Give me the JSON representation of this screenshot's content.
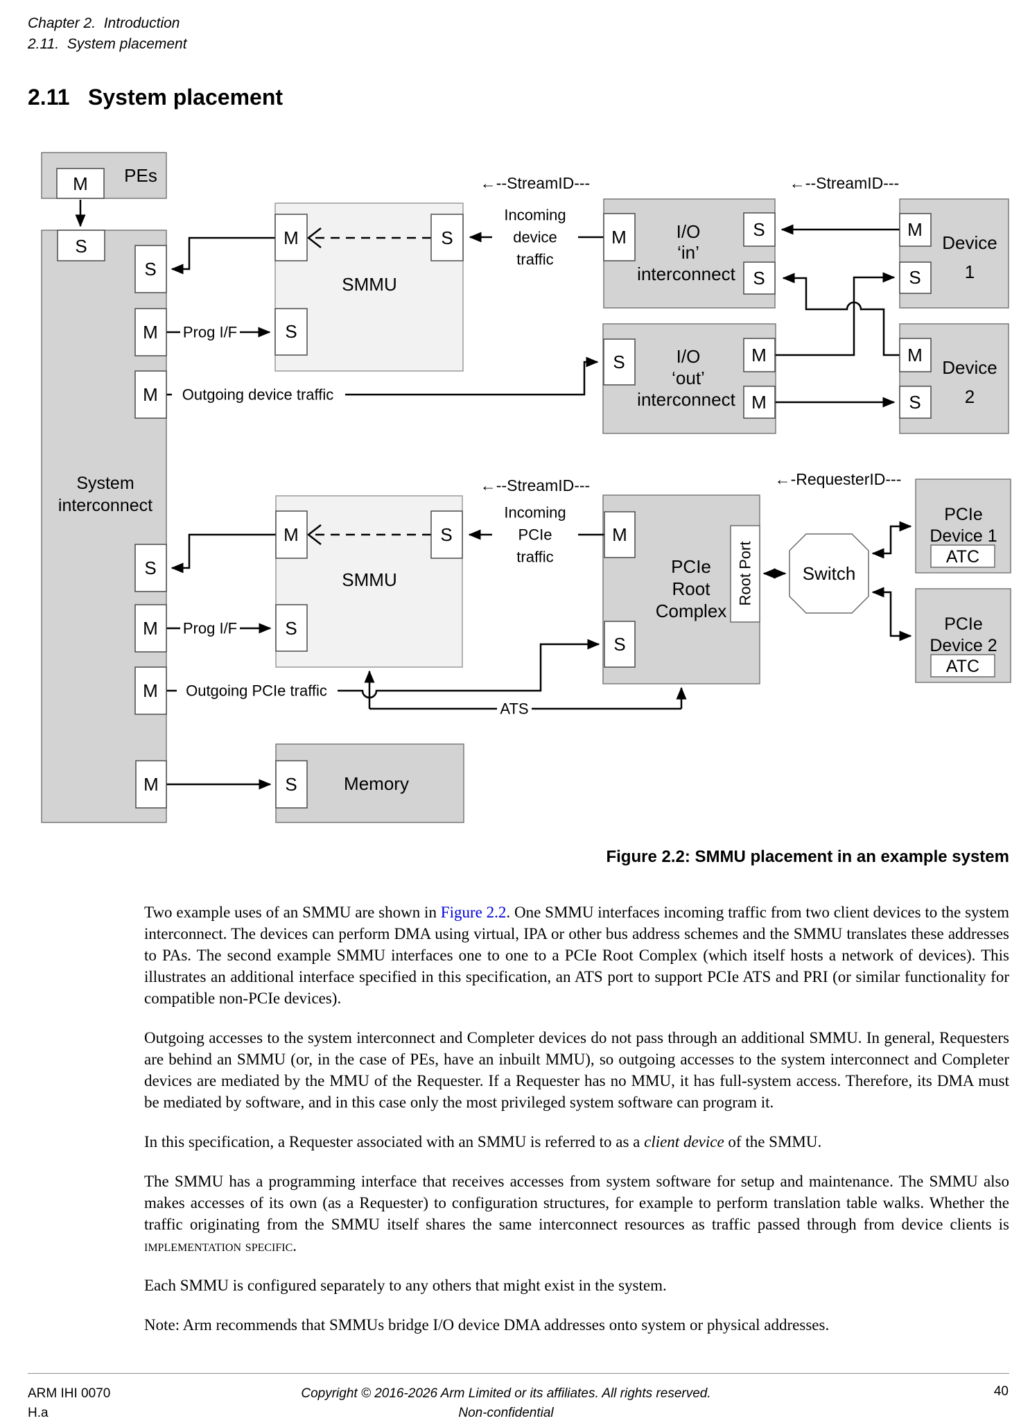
{
  "header": {
    "line1": "Chapter 2.  Introduction",
    "line2": "2.11.  System placement"
  },
  "title": {
    "number": "2.11",
    "text": "System placement"
  },
  "figure": {
    "caption": "Figure 2.2: SMMU placement in an example system",
    "colors": {
      "box_fill": "#d3d3d3",
      "smmu_fill": "#f2f2f2",
      "port_fill": "#ffffff",
      "line": "#000000",
      "link_blue": "#0000e0"
    },
    "boxes": {
      "pes": {
        "label": "PEs"
      },
      "system_interconnect": {
        "lines": [
          "System",
          "interconnect"
        ]
      },
      "smmu1": {
        "label": "SMMU"
      },
      "smmu2": {
        "label": "SMMU"
      },
      "io_in": {
        "lines": [
          "I/O",
          "‘in’",
          "interconnect"
        ]
      },
      "io_out": {
        "lines": [
          "I/O",
          "‘out’",
          "interconnect"
        ]
      },
      "device1": {
        "lines": [
          "Device",
          "1"
        ]
      },
      "device2": {
        "lines": [
          "Device",
          "2"
        ]
      },
      "pcie_rc": {
        "lines": [
          "PCIe",
          "Root",
          "Complex"
        ]
      },
      "root_port": {
        "label": "Root Port"
      },
      "switch": {
        "label": "Switch"
      },
      "pcie_dev1": {
        "lines": [
          "PCIe",
          "Device 1"
        ],
        "atc": "ATC"
      },
      "pcie_dev2": {
        "lines": [
          "PCIe",
          "Device 2"
        ],
        "atc": "ATC"
      },
      "memory": {
        "label": "Memory"
      }
    },
    "ports": {
      "pes_m": "M",
      "si_s_top": "S",
      "si_s1": "S",
      "si_m1": "M",
      "si_m2": "M",
      "si_s2": "S",
      "si_m3": "M",
      "si_m4": "M",
      "si_m5": "M",
      "smmu1_m": "M",
      "smmu1_s": "S",
      "smmu1_sp": "S",
      "smmu2_m": "M",
      "smmu2_s": "S",
      "smmu2_sp": "S",
      "ioin_m": "M",
      "ioin_s1": "S",
      "ioin_s2": "S",
      "ioout_s": "S",
      "ioout_m1": "M",
      "ioout_m2": "M",
      "dev1_m": "M",
      "dev1_s": "S",
      "dev2_m": "M",
      "dev2_s": "S",
      "rc_m": "M",
      "rc_s": "S",
      "mem_s": "S"
    },
    "labels": {
      "stream_id_1": "←--StreamID---",
      "stream_id_2": "←--StreamID---",
      "stream_id_3": "←--StreamID---",
      "requester_id": "←-RequesterID---",
      "incoming_device": [
        "Incoming",
        "device",
        "traffic"
      ],
      "incoming_pcie": [
        "Incoming",
        "PCIe",
        "traffic"
      ],
      "prog_if_1": "Prog I/F",
      "prog_if_2": "Prog I/F",
      "outgoing_device": "Outgoing device traffic",
      "outgoing_pcie": "Outgoing PCIe traffic",
      "ats": "ATS"
    }
  },
  "paragraphs": [
    {
      "segments": [
        {
          "t": "Two example uses of an SMMU are shown in "
        },
        {
          "t": "Figure 2.2",
          "s": "link"
        },
        {
          "t": ". One SMMU interfaces incoming traffic from two client devices to the system interconnect. The devices can perform DMA using virtual, IPA or other bus address schemes and the SMMU translates these addresses to PAs. The second example SMMU interfaces one to one to a PCIe Root Complex (which itself hosts a network of devices). This illustrates an additional interface specified in this specification, an ATS port to support PCIe ATS and PRI (or similar functionality for compatible non-PCIe devices)."
        }
      ]
    },
    {
      "segments": [
        {
          "t": "Outgoing accesses to the system interconnect and Completer devices do not pass through an additional SMMU. In general, Requesters are behind an SMMU (or, in the case of PEs, have an inbuilt MMU), so outgoing accesses to the system interconnect and Completer devices are mediated by the MMU of the Requester. If a Requester has no MMU, it has full-system access. Therefore, its DMA must be mediated by software, and in this case only the most privileged system software can program it."
        }
      ]
    },
    {
      "segments": [
        {
          "t": "In this specification, a Requester associated with an SMMU is referred to as a "
        },
        {
          "t": "client device",
          "s": "i"
        },
        {
          "t": " of the SMMU."
        }
      ]
    },
    {
      "segments": [
        {
          "t": "The SMMU has a programming interface that receives accesses from system software for setup and maintenance. The SMMU also makes accesses of its own (as a Requester) to configuration structures, for example to perform translation table walks.  Whether the traffic originating from the SMMU itself shares the same interconnect resources as traffic passed through from device clients is "
        },
        {
          "t": "implementation specific",
          "s": "sc"
        },
        {
          "t": "."
        }
      ]
    },
    {
      "segments": [
        {
          "t": "Each SMMU is configured separately to any others that might exist in the system."
        }
      ]
    },
    {
      "segments": [
        {
          "t": "Note:  Arm recommends that SMMUs bridge I/O device DMA addresses onto system or physical addresses."
        }
      ]
    }
  ],
  "footer": {
    "doc_id": "ARM IHI 0070",
    "revision": "H.a",
    "copyright": "Copyright © 2016-2026 Arm Limited or its affiliates. All rights reserved.",
    "classification": "Non-confidential",
    "page": "40"
  }
}
